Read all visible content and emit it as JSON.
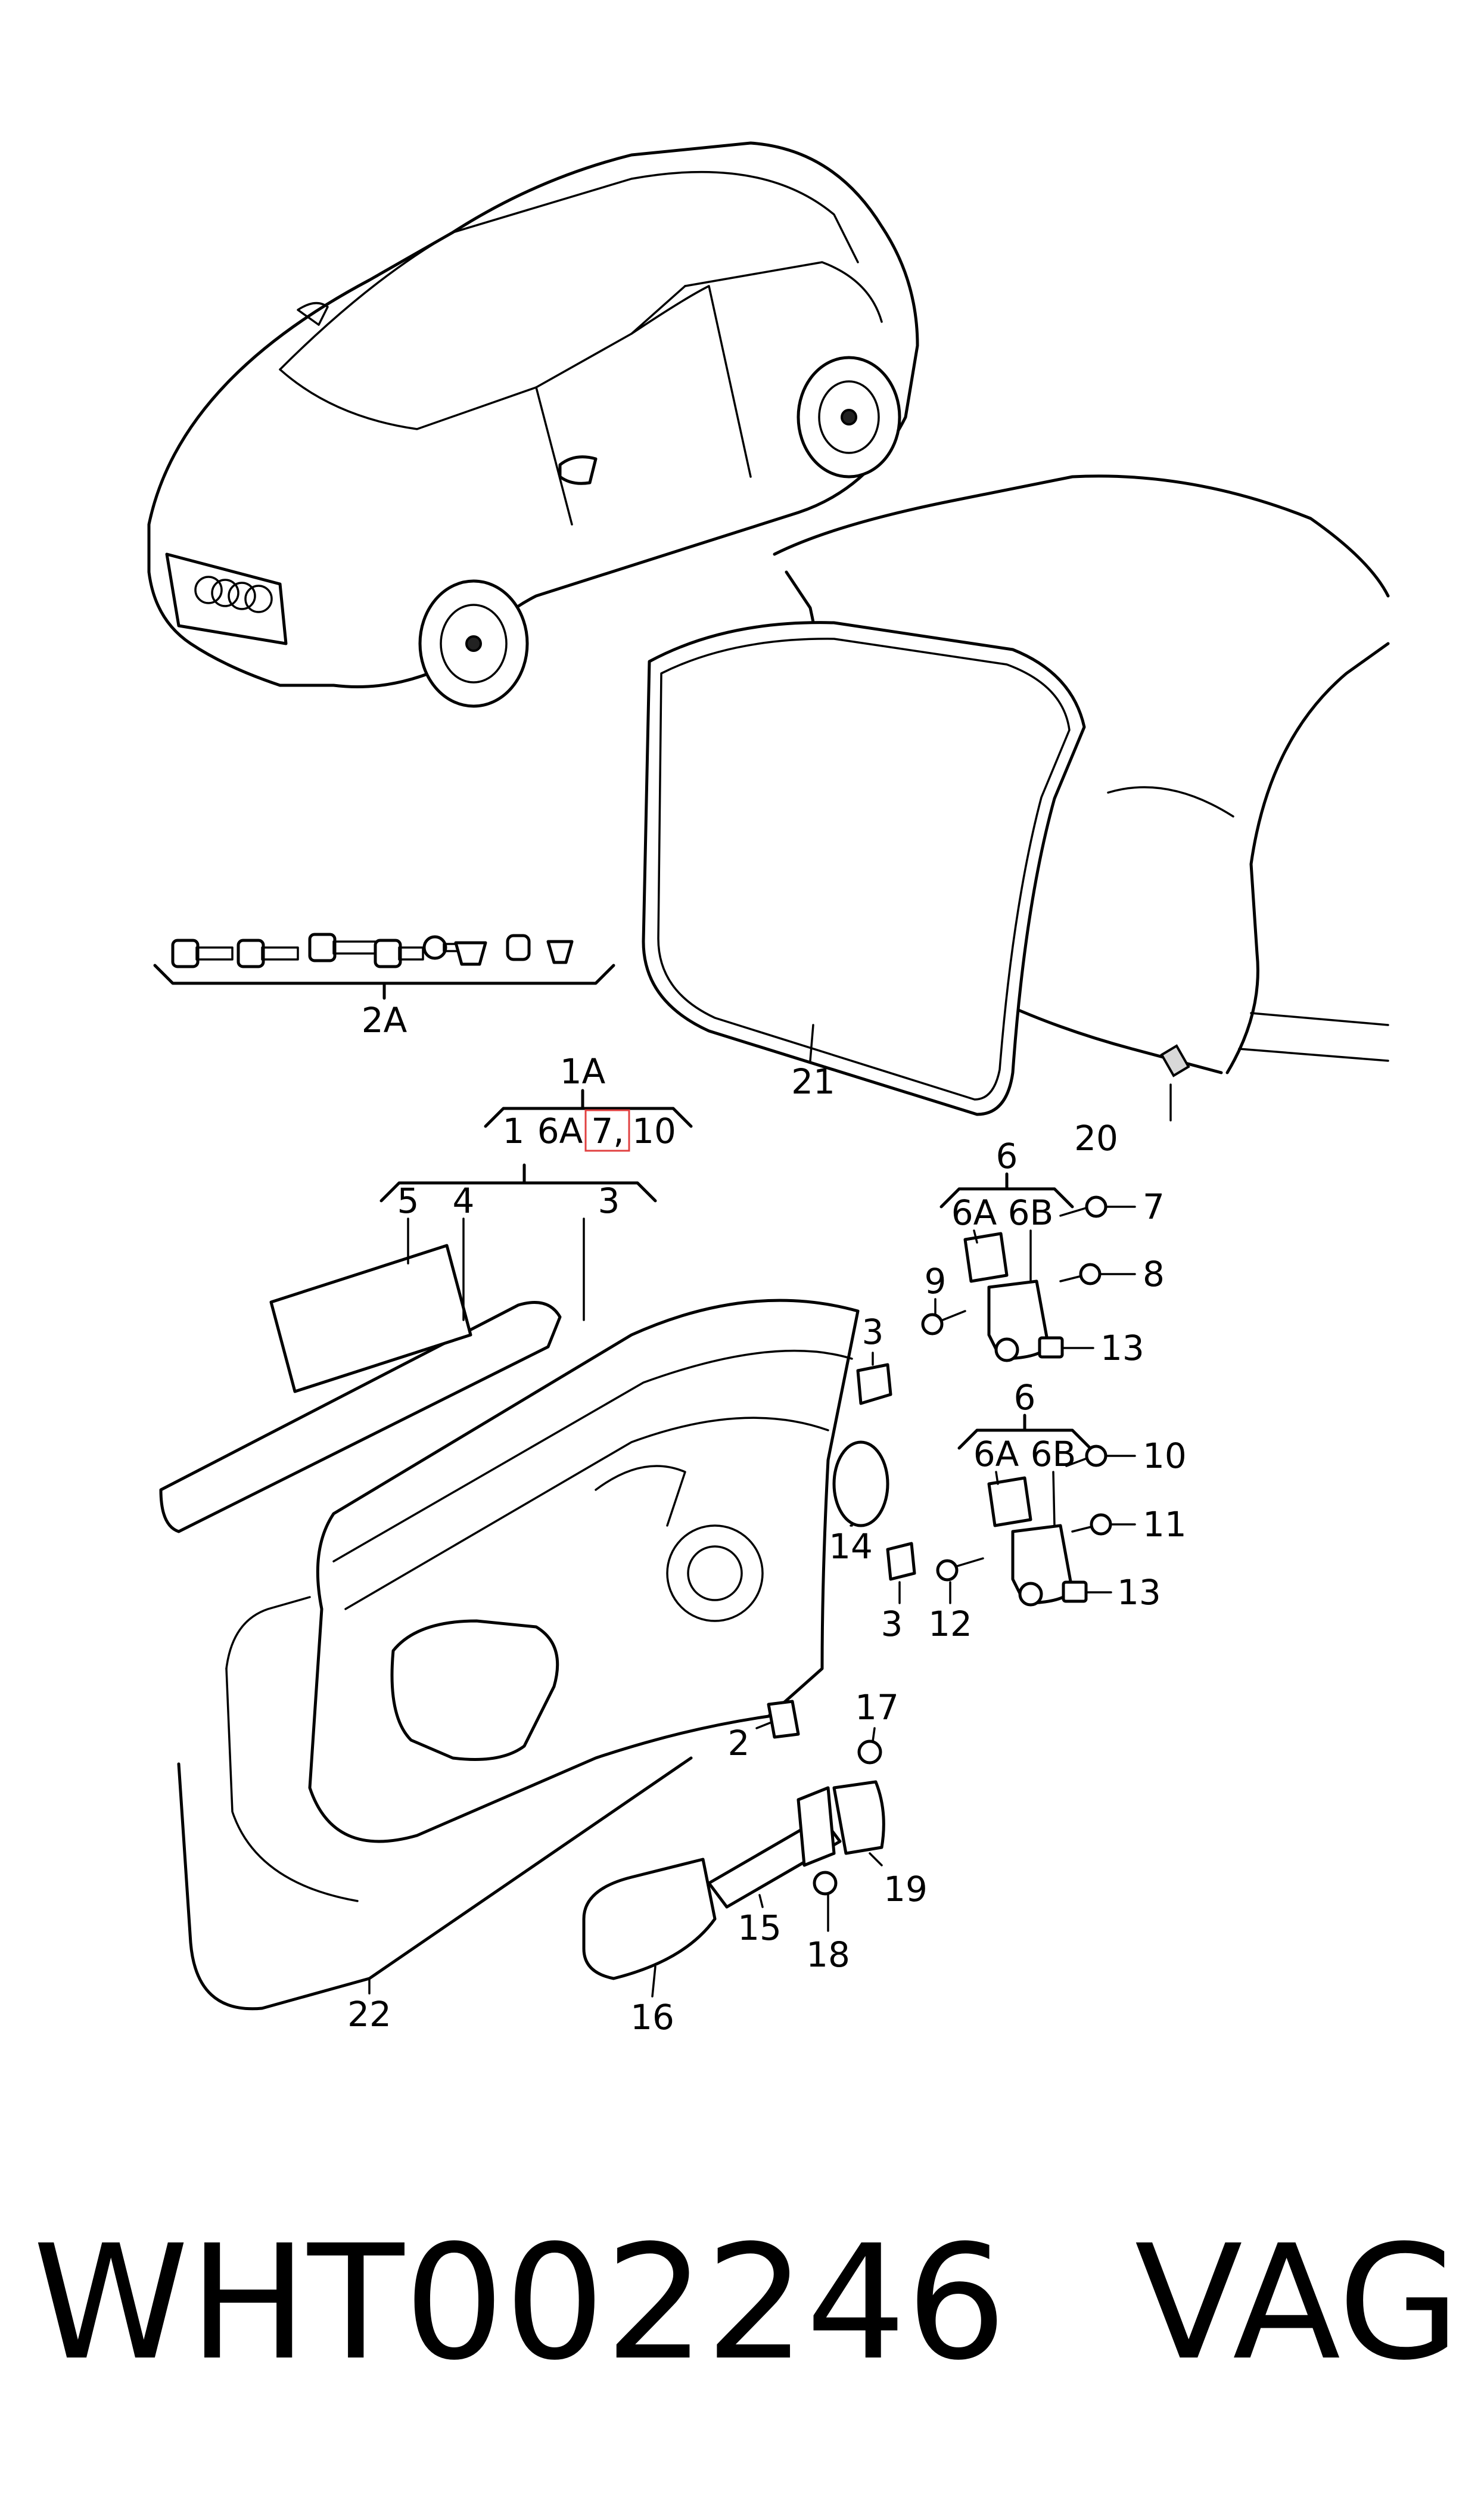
{
  "footer": {
    "part_number": "WHT002246",
    "brand": "VAG"
  },
  "diagram": {
    "highlight_color": "#e04040",
    "line_color": "#000000",
    "callouts": [
      {
        "id": "c-2a",
        "text": "2A"
      },
      {
        "id": "c-1a",
        "text": "1A"
      },
      {
        "id": "c-1",
        "text": "1"
      },
      {
        "id": "c-6a-group",
        "text": "6A"
      },
      {
        "id": "c-7-highlighted",
        "text": "7,"
      },
      {
        "id": "c-10-group",
        "text": "10"
      },
      {
        "id": "c-5",
        "text": "5"
      },
      {
        "id": "c-4",
        "text": "4"
      },
      {
        "id": "c-3-top",
        "text": "3"
      },
      {
        "id": "c-21",
        "text": "21"
      },
      {
        "id": "c-20",
        "text": "20"
      },
      {
        "id": "c-6-upper",
        "text": "6"
      },
      {
        "id": "c-6a-upper",
        "text": "6A"
      },
      {
        "id": "c-6b-upper",
        "text": "6B"
      },
      {
        "id": "c-7",
        "text": "7"
      },
      {
        "id": "c-8",
        "text": "8"
      },
      {
        "id": "c-9",
        "text": "9"
      },
      {
        "id": "c-13-upper",
        "text": "13"
      },
      {
        "id": "c-3-clip-upper",
        "text": "3"
      },
      {
        "id": "c-6-lower",
        "text": "6"
      },
      {
        "id": "c-6a-lower",
        "text": "6A"
      },
      {
        "id": "c-6b-lower",
        "text": "6B"
      },
      {
        "id": "c-10",
        "text": "10"
      },
      {
        "id": "c-11",
        "text": "11"
      },
      {
        "id": "c-14",
        "text": "14"
      },
      {
        "id": "c-3-clip-lower",
        "text": "3"
      },
      {
        "id": "c-12",
        "text": "12"
      },
      {
        "id": "c-13-lower",
        "text": "13"
      },
      {
        "id": "c-2",
        "text": "2"
      },
      {
        "id": "c-17",
        "text": "17"
      },
      {
        "id": "c-19",
        "text": "19"
      },
      {
        "id": "c-15",
        "text": "15"
      },
      {
        "id": "c-18",
        "text": "18"
      },
      {
        "id": "c-22",
        "text": "22"
      },
      {
        "id": "c-16",
        "text": "16"
      }
    ]
  }
}
